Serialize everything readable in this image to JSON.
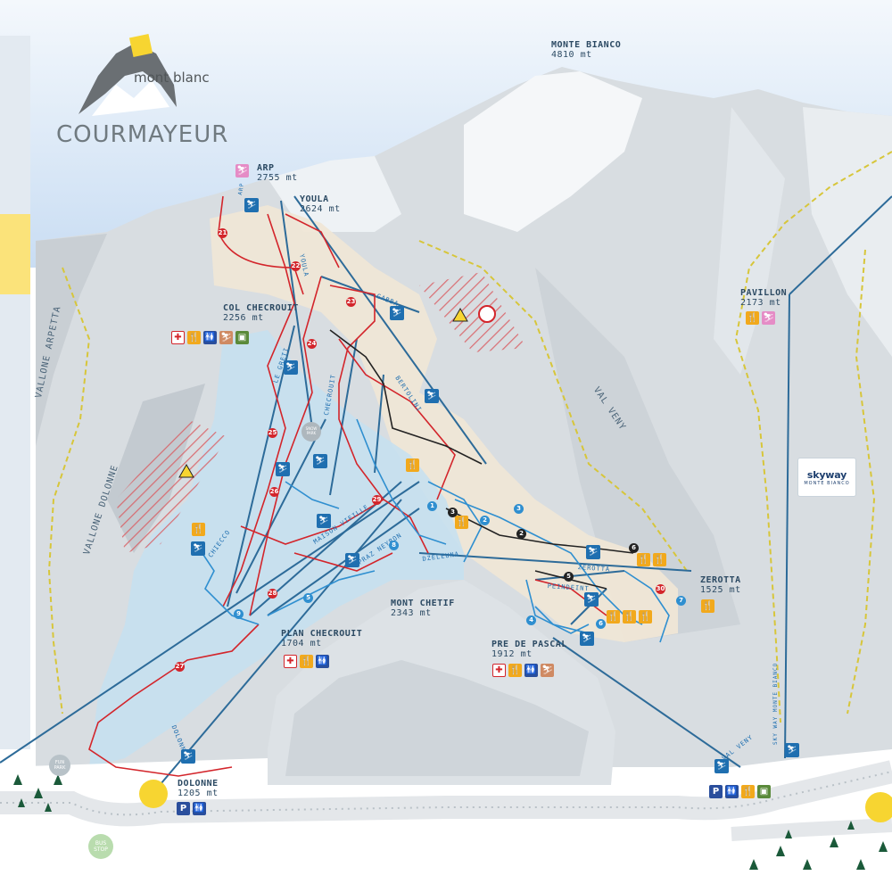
{
  "logo": {
    "top_text": "mont blanc",
    "main_text": "COURMAYEUR"
  },
  "peaks": [
    {
      "id": "monte-bianco",
      "name": "MONTE BIANCO",
      "altitude": "4810 mt"
    },
    {
      "id": "arp",
      "name": "ARP",
      "altitude": "2755 mt"
    },
    {
      "id": "youla",
      "name": "YOULA",
      "altitude": "2624 mt"
    },
    {
      "id": "col-checrouit",
      "name": "COL CHECROUIT",
      "altitude": "2256 mt"
    },
    {
      "id": "pavillon",
      "name": "PAVILLON",
      "altitude": "2173 mt"
    },
    {
      "id": "zerotta",
      "name": "ZEROTTA",
      "altitude": "1525 mt"
    },
    {
      "id": "plan-checrouit",
      "name": "PLAN CHECROUIT",
      "altitude": "1704 mt"
    },
    {
      "id": "mont-chetif",
      "name": "MONT CHETIF",
      "altitude": "2343 mt"
    },
    {
      "id": "pre-de-pascal",
      "name": "PRE DE PASCAL",
      "altitude": "1912 mt"
    },
    {
      "id": "dolonne",
      "name": "DOLONNE",
      "altitude": "1205 mt"
    }
  ],
  "valleys": {
    "val_veny": "VAL VENY",
    "vallone_dolonne": "VALLONE DOLONNE",
    "vallone_arpetta": "VALLONE ARPETTA"
  },
  "lifts": {
    "arp": "ARP",
    "youla": "YOULA",
    "gabba": "GABBA",
    "le_greti": "LE GRETI",
    "chiecco": "CHIECCO",
    "bertolini": "BERTOLINI",
    "maison_vieille": "MAISON VIEILLE",
    "dzeleuna": "DZELEUNA",
    "zerotta": "ZEROTTA",
    "peindeint": "PEINDEINT",
    "dolonne": "DOLONNE",
    "val_veny": "VAL VENY",
    "sky_way": "SKY WAY MONTE BIANCO",
    "checrouit": "CHECROUIT",
    "praz": "PRAZ NEYRON"
  },
  "badges": {
    "snow_park": "SNOW PARK",
    "fun_park": "FUN PARK",
    "bus_stop": "BUS STOP"
  },
  "skyway": {
    "title": "skyway",
    "subtitle": "MONTE BIANCO"
  },
  "icon_glyphs": {
    "first_aid": "✚",
    "restaurant": "🍴",
    "toilet": "🚻",
    "ski_school": "⛷",
    "parking": "P",
    "ticket": "▣",
    "no_entry": "⊘",
    "warning": "⚠"
  },
  "colors": {
    "blue_run": "#2f8fd0",
    "red_run": "#d3252b",
    "black_run": "#222222",
    "lift": "#2d6b99",
    "sky": "#dbe9f7",
    "off_piste": "#d95d62"
  },
  "run_numbers": {
    "red": [
      "21",
      "22",
      "23",
      "24",
      "25",
      "26",
      "27",
      "28",
      "29",
      "30"
    ],
    "blue": [
      "1",
      "2",
      "3",
      "4",
      "5",
      "6",
      "7",
      "8",
      "9"
    ],
    "black": [
      "2",
      "3",
      "5",
      "6"
    ]
  }
}
